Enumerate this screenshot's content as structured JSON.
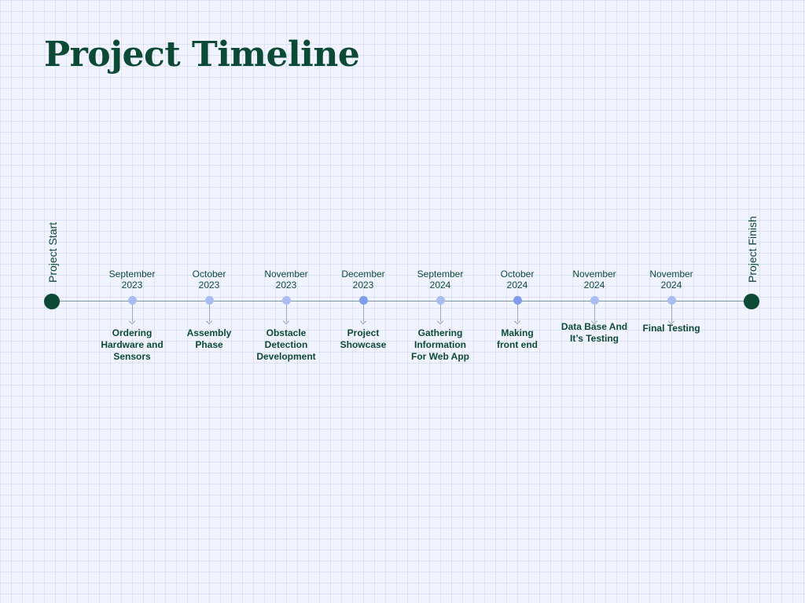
{
  "title": "Project Timeline",
  "start_label": "Project Start",
  "finish_label": "Project Finish",
  "milestones": [
    {
      "date": "September\n2023",
      "task": "Ordering\nHardware and\nSensors"
    },
    {
      "date": "October\n2023",
      "task": "Assembly\nPhase"
    },
    {
      "date": "November\n2023",
      "task": "Obstacle\nDetection\nDevelopment"
    },
    {
      "date": "December\n2023",
      "task": "Project\nShowcase"
    },
    {
      "date": "September\n2024",
      "task": "Gathering\nInformation\nFor Web App"
    },
    {
      "date": "October\n2024",
      "task": "Making\nfront end"
    },
    {
      "date": "November\n2024",
      "task": "Data Base And\nIt’s Testing"
    },
    {
      "date": "November\n2024",
      "task": "Final Testing"
    }
  ],
  "colors": {
    "primary": "#0d4a35",
    "milestone_dot": "#a9bdf3",
    "milestone_dot_highlight": "#7f9bec",
    "background": "#f1f4fe"
  }
}
